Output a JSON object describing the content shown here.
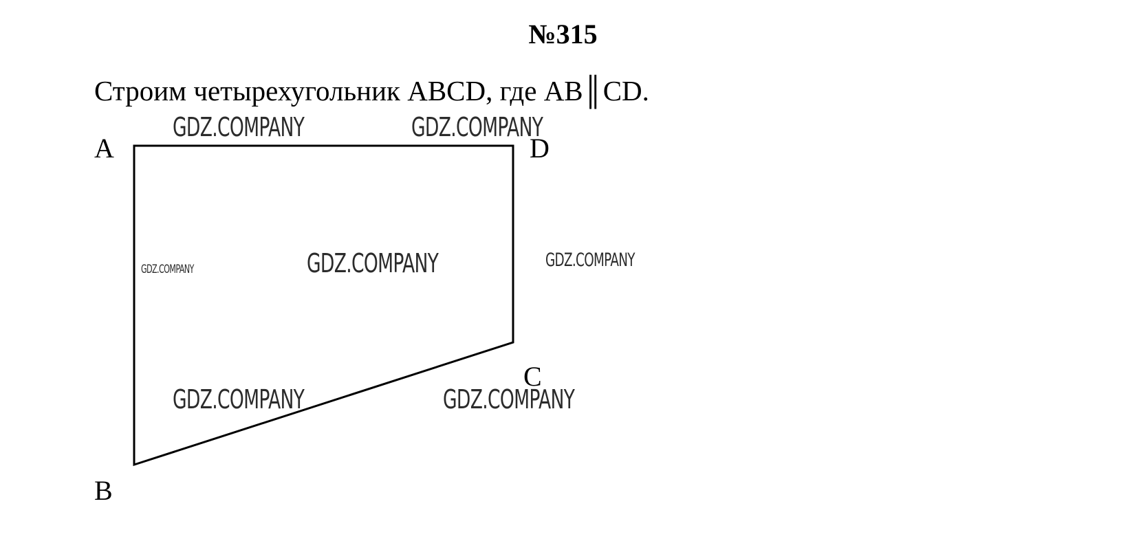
{
  "problem": {
    "number": "№315",
    "statement": "Строим четырехугольник ABCD, где AB║CD."
  },
  "figure": {
    "vertices": {
      "a": "A",
      "b": "B",
      "c": "C",
      "d": "D"
    }
  },
  "watermarks": [
    "GDZ.COMPANY",
    "GDZ.COMPANY",
    "GDZ.COMPANY",
    "GDZ.COMPANY",
    "GDZ.COMPANY",
    "GDZ.COMPANY",
    "GDZ.COMPANY"
  ]
}
